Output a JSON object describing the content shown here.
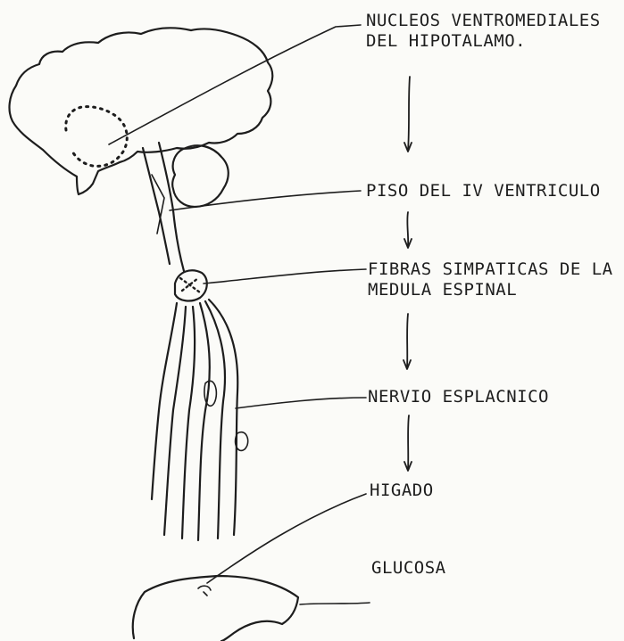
{
  "labels": {
    "nucleos_line1": "NUCLEOS VENTROMEDIALES",
    "nucleos_line2": "DEL HIPOTALAMO.",
    "piso": "PISO DEL IV VENTRICULO",
    "fibras_line1": "FIBRAS SIMPATICAS DE LA",
    "fibras_line2": "MEDULA ESPINAL",
    "nervio": "NERVIO ESPLACNICO",
    "higado": "HIGADO",
    "glucosa": "GLUCOSA"
  },
  "colors": {
    "ink": "#1d1d1d",
    "paper": "#fbfbf8"
  }
}
